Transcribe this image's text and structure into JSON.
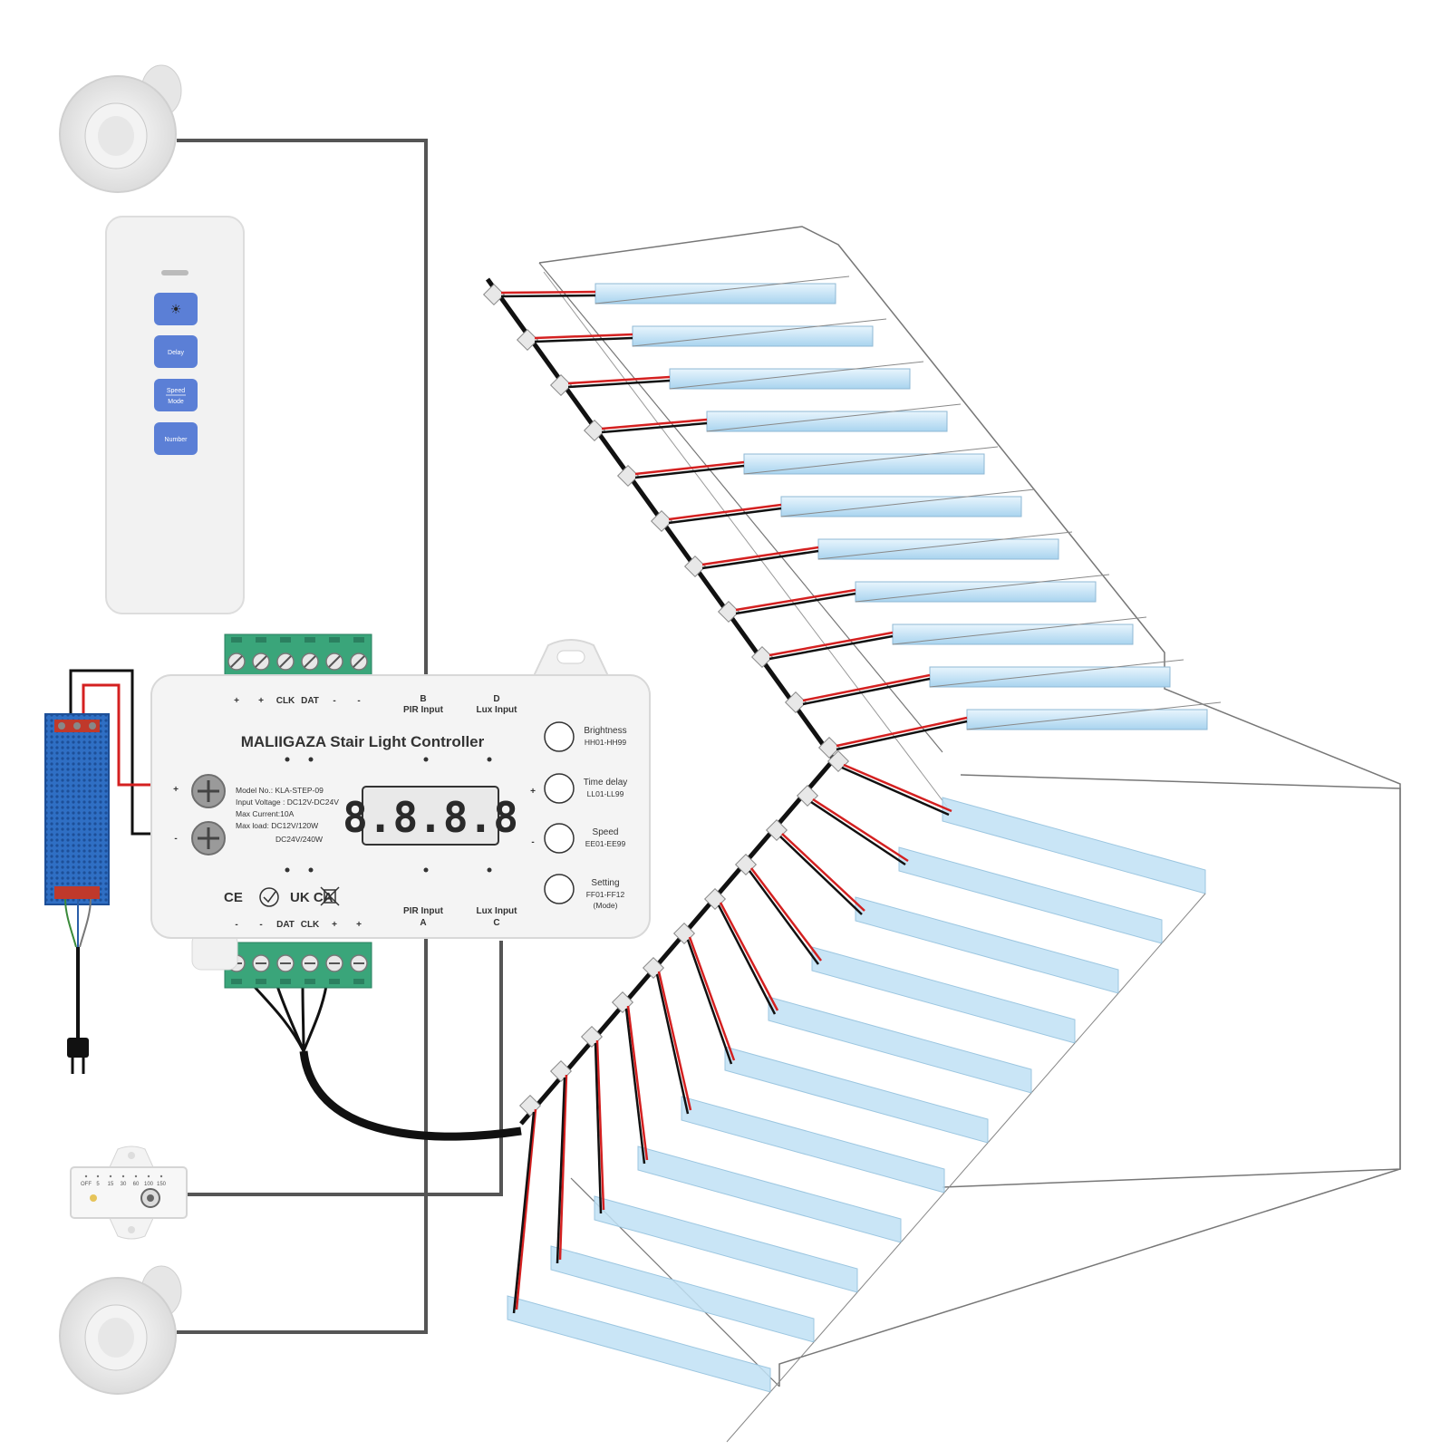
{
  "controller": {
    "title": "MALIIGAZA Stair Light Controller",
    "model": "Model No.: KLA-STEP-09",
    "voltage": "Input Voltage : DC12V-DC24V",
    "current": "Max Current:10A",
    "load_12": "Max  load: DC12V/120W",
    "load_24": "DC24V/240W",
    "display": "8.8.8.8",
    "power_plus": "+",
    "power_minus": "-",
    "top_terminals": [
      "+",
      "+",
      "CLK",
      "DAT",
      "-",
      "-"
    ],
    "bottom_terminals": [
      "-",
      "-",
      "DAT",
      "CLK",
      "+",
      "+"
    ],
    "input_b_letter": "B",
    "input_b_label": "PIR  Input",
    "input_d_letter": "D",
    "input_d_label": "Lux Input",
    "input_a_label": "PIR  Input",
    "input_a_letter": "A",
    "input_c_label": "Lux Input",
    "input_c_letter": "C",
    "cert_marks": [
      "CE",
      "UK CA"
    ],
    "side_plus": "+",
    "side_minus": "-",
    "buttons": [
      {
        "name": "Brightness",
        "code": "HH01-HH99",
        "code2": ""
      },
      {
        "name": "Time delay",
        "code": "LL01-LL99",
        "code2": ""
      },
      {
        "name": "Speed",
        "code": "EE01-EE99",
        "code2": ""
      },
      {
        "name": "Setting",
        "code": "FF01-FF12",
        "code2": "(Mode)"
      }
    ]
  },
  "remote": {
    "keys": [
      "☀",
      "Delay",
      "Speed",
      "Mode",
      "Number"
    ]
  },
  "dimmer": {
    "scale": [
      "OFF",
      "5",
      "15",
      "30",
      "60",
      "100",
      "150"
    ]
  },
  "colors": {
    "wire_gray": "#555555",
    "wire_red": "#d42020",
    "wire_black": "#111111",
    "terminal_green": "#3aa57a",
    "remote_button": "#5b7fd6",
    "led_glow": "#bfe1f5",
    "psu_blue": "#2f6fc4"
  }
}
